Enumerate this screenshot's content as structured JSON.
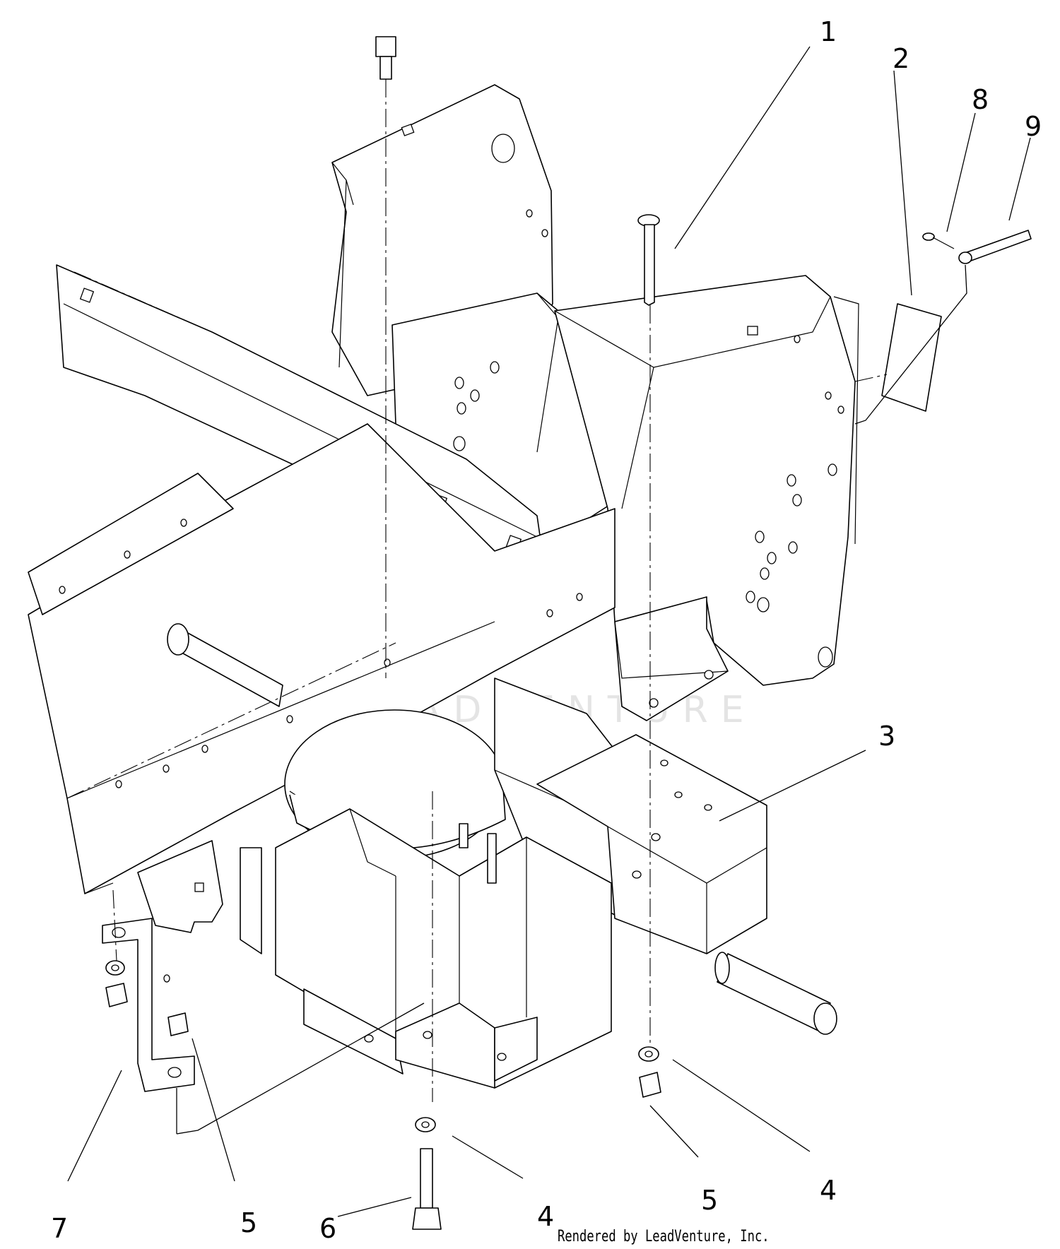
{
  "callouts": [
    {
      "id": "c1",
      "label": "1"
    },
    {
      "id": "c2",
      "label": "2"
    },
    {
      "id": "c3",
      "label": "3"
    },
    {
      "id": "c4a",
      "label": "4"
    },
    {
      "id": "c4b",
      "label": "4"
    },
    {
      "id": "c5a",
      "label": "5"
    },
    {
      "id": "c5b",
      "label": "5"
    },
    {
      "id": "c6",
      "label": "6"
    },
    {
      "id": "c7",
      "label": "7"
    },
    {
      "id": "c8",
      "label": "8"
    },
    {
      "id": "c9",
      "label": "9"
    }
  ],
  "watermark": "LEADVENTURE",
  "credit": "Rendered by LeadVenture, Inc."
}
